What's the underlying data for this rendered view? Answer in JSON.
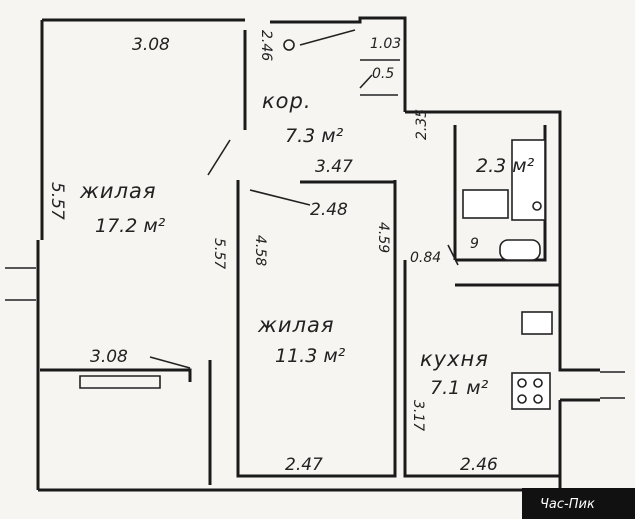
{
  "plan": {
    "dims": {
      "top_left_width": "3.08",
      "top_wall_small": "2.46",
      "wc_width": "1.03",
      "wc_height": "0.5",
      "corridor_width": "3.47",
      "left_height": "5.57",
      "living1_right_height": "5.57",
      "bath_height": "2.35",
      "middle_top": "2.48",
      "living2_left_height": "4.58",
      "living2_right_height": "4.59",
      "door_gap": "0.84",
      "living1_bottom": "3.08",
      "kitchen_left_height": "3.17",
      "living2_bottom": "2.47",
      "kitchen_bottom": "2.46"
    },
    "rooms": {
      "corridor_label": "кор.",
      "corridor_area": "7.3 м²",
      "living1_label": "жилая",
      "living1_area": "17.2 м²",
      "living2_label": "жилая",
      "living2_area": "11.3 м²",
      "kitchen_label": "кухня",
      "kitchen_area": "7.1 м²",
      "bath_area": "2.3 м²",
      "small_note": "9"
    },
    "watermark": "Час-Пик"
  }
}
